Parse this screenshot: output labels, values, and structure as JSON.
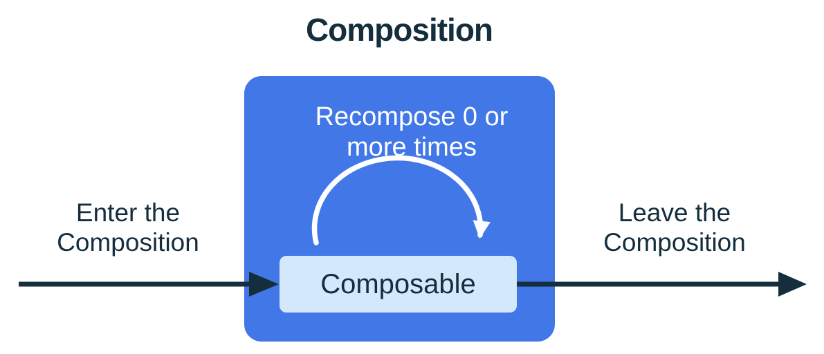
{
  "title": "Composition",
  "colors": {
    "dark": "#142E3D",
    "blue": "#4277E8",
    "light": "#D3E8FB",
    "arrowWhite": "#FFFFFF",
    "background": "#FFFFFF"
  },
  "enter_label": {
    "line1": "Enter the",
    "line2": "Composition"
  },
  "leave_label": {
    "line1": "Leave the",
    "line2": "Composition"
  },
  "blue_box": {
    "recompose_label": {
      "line1": "Recompose 0 or",
      "line2": "more times"
    },
    "composable_label": "Composable"
  },
  "icons": {
    "enter_arrow": "solid dark right-arrow entering the composition box",
    "leave_arrow": "solid dark right-arrow leaving the composition box",
    "recompose_arrow": "white semicircular clockwise arc arrow over the composable"
  }
}
